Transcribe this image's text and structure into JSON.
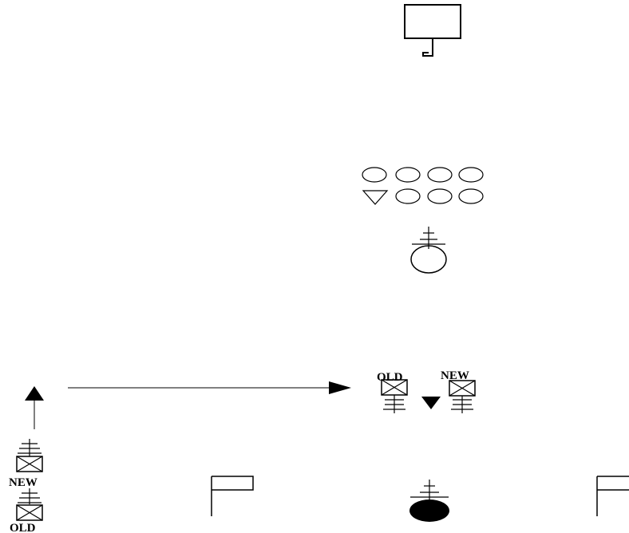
{
  "labels": {
    "upper_old": "OLD",
    "upper_new": "NEW",
    "left_new": "NEW",
    "left_old": "OLD"
  },
  "colors": {
    "stroke": "#000000",
    "fill": "#000000",
    "background": "#ffffff"
  },
  "icons": [
    "monitor-icon",
    "cell-grid-icon",
    "ship-symbol-icon",
    "valve-symbol-icon",
    "flag-icon",
    "arrow-icon"
  ]
}
